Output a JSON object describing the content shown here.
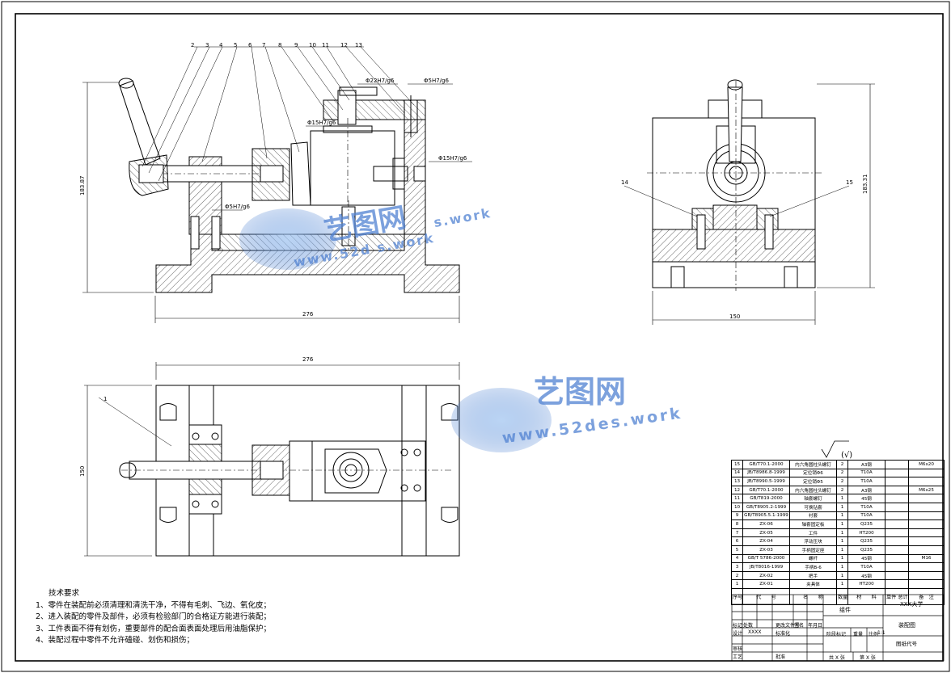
{
  "drawing": {
    "part_numbers": [
      "2",
      "3",
      "4",
      "5",
      "6",
      "7",
      "8",
      "9",
      "10",
      "11",
      "12",
      "13"
    ],
    "side_part_numbers": [
      "14",
      "15"
    ],
    "plan_part_number": "1",
    "fit_labels": {
      "top_pin": "Φ22H7/g6",
      "right_pin": "Φ5H7/g6",
      "bushing": "Φ15H7/g6",
      "shaft": "Φ15H7/g6",
      "bottom_pin": "Φ5H7/g6"
    },
    "dimensions": {
      "front_height": "183.87",
      "front_width": "276",
      "side_height": "183.31",
      "side_width": "150",
      "plan_width": "276",
      "plan_height": "150"
    },
    "roughness_note": "(√)"
  },
  "watermarks": {
    "brand": "艺图网",
    "site_main": "www.52des.work",
    "site_small": "www.52d s.work",
    "site_small_2": "s.work"
  },
  "technical_requirements": {
    "title": "技术要求",
    "items": [
      "1、零件在装配前必须清理和清洗干净，不得有毛刺、飞边、氧化皮；",
      "2、进入装配的零件及部件，必须有检验部门的合格证方能进行装配；",
      "3、工件表面不得有划伤，重要部件的配合面表面处理后用油脂保护；",
      "4、装配过程中零件不允许磕碰、划伤和损伤；"
    ]
  },
  "bom": {
    "rows": [
      [
        "15",
        "GB/T70.1-2000",
        "内六角圆柱头螺钉",
        "2",
        "A3钢",
        "",
        "M6x20"
      ],
      [
        "14",
        "JB/T8986.8-1999",
        "定位销Φ6",
        "2",
        "T10A",
        "",
        ""
      ],
      [
        "13",
        "JB/T8990.5-1999",
        "定位销Φ5",
        "2",
        "T10A",
        "",
        ""
      ],
      [
        "12",
        "GB/T70.1-2000",
        "内六角圆柱头螺钉",
        "2",
        "A3钢",
        "",
        "M6x25"
      ],
      [
        "11",
        "GB/T819-2000",
        "轴套螺钉",
        "1",
        "45钢",
        "",
        ""
      ],
      [
        "10",
        "GB/T8905.2-1999",
        "可换钻套",
        "1",
        "T10A",
        "",
        ""
      ],
      [
        "9",
        "GB/T8905.5.1-1999",
        "衬套",
        "1",
        "T10A",
        "",
        ""
      ],
      [
        "8",
        "ZX-06",
        "轴套固定板",
        "1",
        "Q235",
        "",
        ""
      ],
      [
        "7",
        "ZX-05",
        "工件",
        "1",
        "HT200",
        "",
        ""
      ],
      [
        "6",
        "ZX-04",
        "浮动压块",
        "1",
        "Q235",
        "",
        ""
      ],
      [
        "5",
        "ZX-03",
        "手柄固定座",
        "1",
        "Q235",
        "",
        ""
      ],
      [
        "4",
        "GB/T 5786-2000",
        "螺杆",
        "1",
        "45钢",
        "",
        "M16"
      ],
      [
        "3",
        "JB/T8016-1999",
        "手柄B-6",
        "1",
        "T10A",
        "",
        ""
      ],
      [
        "2",
        "ZX-02",
        "把手",
        "1",
        "45钢",
        "",
        ""
      ],
      [
        "1",
        "ZX-01",
        "夹具体",
        "1",
        "HT200",
        "",
        ""
      ]
    ],
    "header": [
      "序号",
      "代　　号",
      "名　　称",
      "数量",
      "材　　料",
      "单件 总计 重量",
      "备　注"
    ]
  },
  "title_block": {
    "assembly": "组件",
    "school": "XXX大学",
    "drawing_name": "装配图",
    "drawing_no": "图纸代号",
    "scale": "1:1",
    "labels": {
      "mark": "标记",
      "count": "处数",
      "zone": "分区",
      "change_no": "更改文件号",
      "sign": "签名",
      "date": "年月日",
      "design": "设计",
      "standard": "标准化",
      "stage_mark": "阶段标记",
      "weight": "重量",
      "ratio": "比例",
      "review": "审核",
      "craft": "工艺",
      "approve": "批准",
      "total": "共 X 张",
      "sheet": "第 X 张"
    },
    "designer": "XXXX"
  },
  "colors": {
    "line": "#000000",
    "watermark": "#5b8ad6"
  }
}
